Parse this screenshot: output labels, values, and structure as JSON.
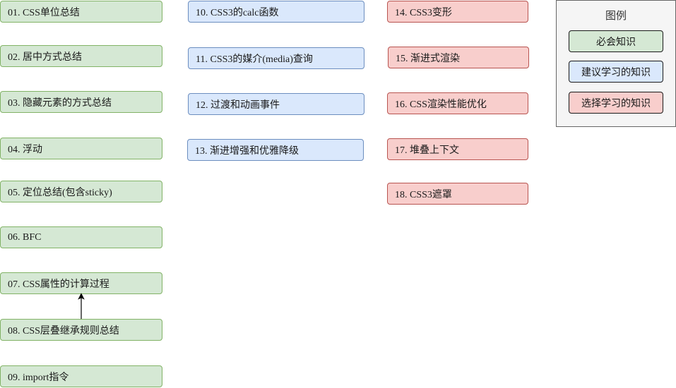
{
  "nodes": {
    "n01": "01. CSS单位总结",
    "n02": "02. 居中方式总结",
    "n03": "03. 隐藏元素的方式总结",
    "n04": "04. 浮动",
    "n05": "05. 定位总结(包含sticky)",
    "n06": "06. BFC",
    "n07": "07. CSS属性的计算过程",
    "n08": "08. CSS层叠继承规则总结",
    "n09": "09. import指令",
    "n10": "10. CSS3的calc函数",
    "n11": "11. CSS3的媒介(media)查询",
    "n12": "12. 过渡和动画事件",
    "n13": "13. 渐进增强和优雅降级",
    "n14": "14. CSS3变形",
    "n15": "15. 渐进式渲染",
    "n16": "16. CSS渲染性能优化",
    "n17": "17. 堆叠上下文",
    "n18": "18. CSS3遮罩"
  },
  "legend": {
    "title": "图例",
    "required": "必会知识",
    "recommended": "建议学习的知识",
    "optional": "选择学习的知识"
  },
  "colors": {
    "required_fill": "#d5e8d4",
    "required_stroke": "#82b366",
    "recommended_fill": "#dae8fc",
    "recommended_stroke": "#6c8ebf",
    "optional_fill": "#f8cecc",
    "optional_stroke": "#b85450"
  }
}
